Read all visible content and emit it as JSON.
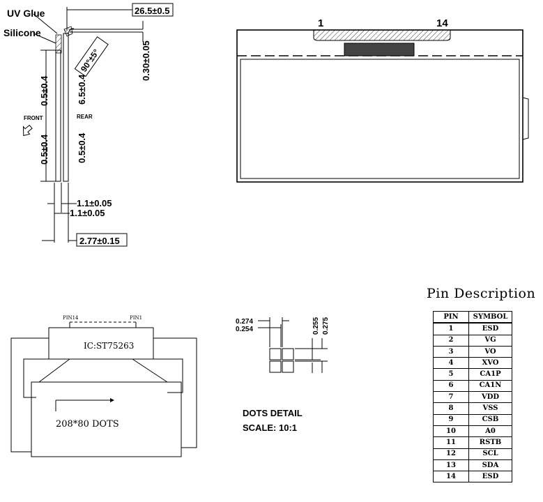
{
  "side_view": {
    "uv_glue": "UV Glue",
    "silicone": "Silicone",
    "dim_top_width": "26.5±0.5",
    "dim_angle": "90°±5°",
    "dim_thickness_small": "0.30±0.05",
    "dim_front_top": "0.5±0.4",
    "dim_front_bottom": "0.5±0.4",
    "dim_rear_top": "6.5±0.4",
    "dim_rear_bottom": "0.5±0.4",
    "front_label": "FRONT",
    "rear_label": "REAR",
    "dim_glass_1": "1.1±0.05",
    "dim_glass_2": "1.1±0.05",
    "dim_total": "2.77±0.15"
  },
  "front_view": {
    "pin_start": "1",
    "pin_end": "14"
  },
  "schematic": {
    "pin14_label": "PIN14",
    "pin1_label": "PIN1",
    "ic_label": "IC:ST75263",
    "dots_label": "208*80 DOTS"
  },
  "dots_detail": {
    "dim_a": "0.274",
    "dim_b": "0.254",
    "dim_c": "0.255",
    "dim_d": "0.275",
    "title": "DOTS DETAIL",
    "scale": "SCALE: 10:1"
  },
  "pin_description": {
    "title": "Pin Description",
    "header_pin": "PIN",
    "header_symbol": "SYMBOL",
    "rows": [
      {
        "pin": "1",
        "symbol": "ESD"
      },
      {
        "pin": "2",
        "symbol": "VG"
      },
      {
        "pin": "3",
        "symbol": "VO"
      },
      {
        "pin": "4",
        "symbol": "XVO"
      },
      {
        "pin": "5",
        "symbol": "CA1P"
      },
      {
        "pin": "6",
        "symbol": "CA1N"
      },
      {
        "pin": "7",
        "symbol": "VDD"
      },
      {
        "pin": "8",
        "symbol": "VSS"
      },
      {
        "pin": "9",
        "symbol": "CSB"
      },
      {
        "pin": "10",
        "symbol": "A0"
      },
      {
        "pin": "11",
        "symbol": "RSTB"
      },
      {
        "pin": "12",
        "symbol": "SCL"
      },
      {
        "pin": "13",
        "symbol": "SDA"
      },
      {
        "pin": "14",
        "symbol": "ESD"
      }
    ]
  }
}
